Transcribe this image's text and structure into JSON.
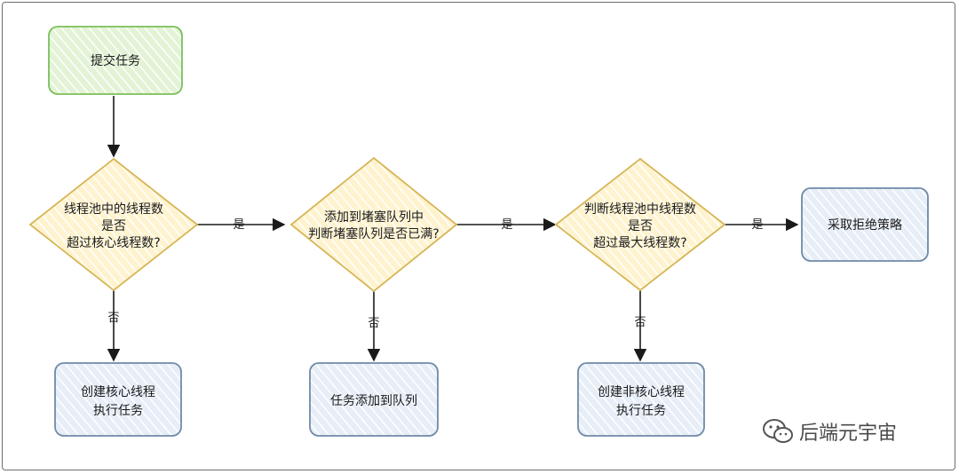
{
  "colors": {
    "green_fill": "#e3f3d6",
    "green_stroke": "#7bbf5a",
    "yellow_fill": "#fff3cf",
    "yellow_stroke": "#d6b656",
    "blue_fill": "#e7eef8",
    "blue_stroke": "#6f8aa8",
    "hatch": "#ffffff",
    "edge": "#1a1a1a"
  },
  "nodes": {
    "submit_task": {
      "lines": [
        "提交任务"
      ]
    },
    "check_core": {
      "lines": [
        "线程池中的线程数",
        "是否",
        "超过核心线程数?"
      ]
    },
    "check_queue": {
      "lines": [
        "添加到堵塞队列中",
        "判断堵塞队列是否已满?"
      ]
    },
    "check_max": {
      "lines": [
        "判断线程池中线程数",
        "是否",
        "超过最大线程数?"
      ]
    },
    "reject_policy": {
      "lines": [
        "采取拒绝策略"
      ]
    },
    "create_core": {
      "lines": [
        "创建核心线程",
        "执行任务"
      ]
    },
    "add_to_queue": {
      "lines": [
        "任务添加到队列"
      ]
    },
    "create_noncore": {
      "lines": [
        "创建非核心线程",
        "执行任务"
      ]
    }
  },
  "edges": {
    "yes_label": "是",
    "no_label": "否"
  },
  "watermark": {
    "text": "后端元宇宙",
    "icon": "wechat-icon"
  }
}
